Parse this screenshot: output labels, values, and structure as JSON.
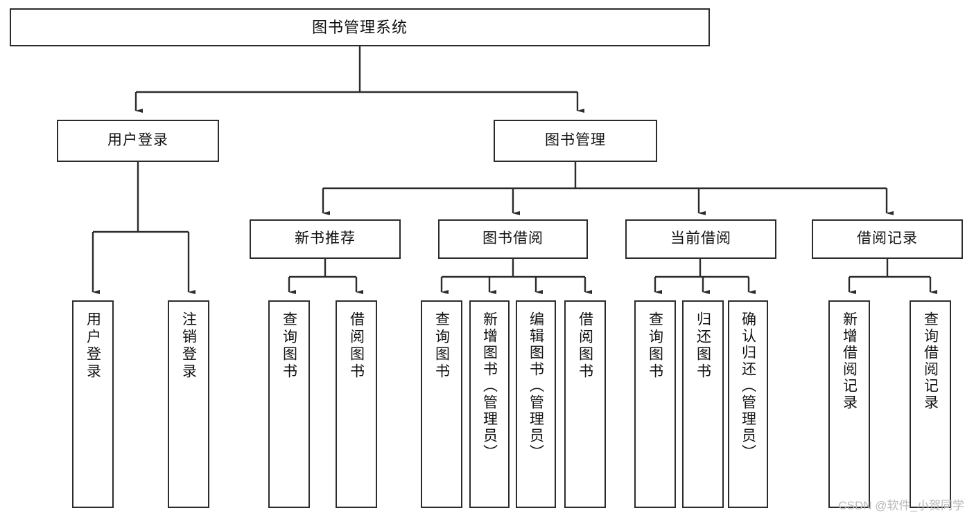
{
  "diagram": {
    "type": "tree-hierarchy",
    "title": "图书管理系统",
    "root": {
      "label": "图书管理系统"
    },
    "level1": [
      {
        "id": "user-login",
        "label": "用户登录"
      },
      {
        "id": "book-management",
        "label": "图书管理"
      }
    ],
    "level2": [
      {
        "id": "new-book-recommend",
        "label": "新书推荐",
        "parent": "book-management"
      },
      {
        "id": "book-borrow",
        "label": "图书借阅",
        "parent": "book-management"
      },
      {
        "id": "current-borrow",
        "label": "当前借阅",
        "parent": "book-management"
      },
      {
        "id": "borrow-record",
        "label": "借阅记录",
        "parent": "book-management"
      }
    ],
    "leaves": [
      {
        "id": "leaf-user-login",
        "label": "用户登录",
        "parent": "user-login"
      },
      {
        "id": "leaf-logout",
        "label": "注销登录",
        "parent": "user-login"
      },
      {
        "id": "leaf-query-book-1",
        "label": "查询图书",
        "parent": "new-book-recommend"
      },
      {
        "id": "leaf-borrow-book-1",
        "label": "借阅图书",
        "parent": "new-book-recommend"
      },
      {
        "id": "leaf-query-book-2",
        "label": "查询图书",
        "parent": "book-borrow"
      },
      {
        "id": "leaf-add-book",
        "label": "新增图书（管理员）",
        "parent": "book-borrow"
      },
      {
        "id": "leaf-edit-book",
        "label": "编辑图书（管理员）",
        "parent": "book-borrow"
      },
      {
        "id": "leaf-borrow-book-2",
        "label": "借阅图书",
        "parent": "book-borrow"
      },
      {
        "id": "leaf-query-book-3",
        "label": "查询图书",
        "parent": "current-borrow"
      },
      {
        "id": "leaf-return-book",
        "label": "归还图书",
        "parent": "current-borrow"
      },
      {
        "id": "leaf-confirm-return",
        "label": "确认归还（管理员）",
        "parent": "current-borrow"
      },
      {
        "id": "leaf-add-record",
        "label": "新增借阅记录",
        "parent": "borrow-record"
      },
      {
        "id": "leaf-query-record",
        "label": "查询借阅记录",
        "parent": "borrow-record"
      }
    ],
    "colors": {
      "border": "#2b2b2b",
      "background": "#ffffff",
      "text": "#111111",
      "connector": "#2b2b2b",
      "watermark": "#b9b9b9"
    }
  },
  "watermark": {
    "text": "CSDN @软件_小贺同学"
  }
}
